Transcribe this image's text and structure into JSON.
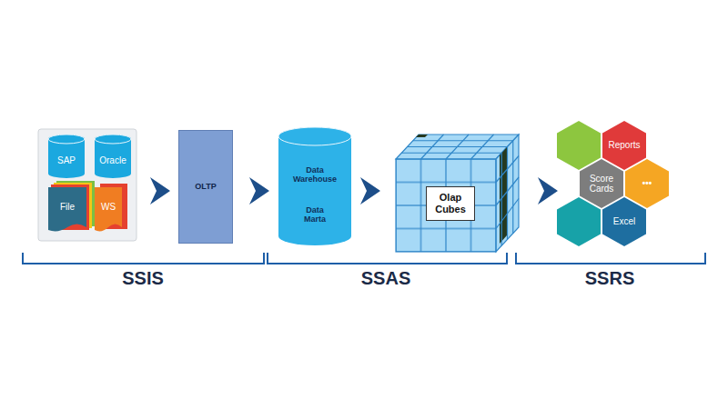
{
  "diagram": {
    "nodes": [
      {
        "text": [
          "SAP"
        ]
      },
      {
        "text": [
          "Oracle"
        ]
      },
      {
        "text": [
          "File"
        ]
      },
      {
        "text": [
          "WS"
        ]
      },
      {
        "text": [
          "OLTP"
        ]
      },
      {
        "text": [
          "Data Warehouse",
          "Data Marta"
        ]
      },
      {
        "text": [
          "Olap Cubes"
        ]
      },
      {
        "text": [
          "Reports"
        ]
      },
      {
        "text": [
          "Score Cards"
        ]
      },
      {
        "text": [
          "•••"
        ]
      },
      {
        "text": [
          "Excel"
        ]
      }
    ],
    "edges": [
      {
        "from": 4,
        "to": 5,
        "arrow": "to"
      },
      {
        "from": 5,
        "to": 6,
        "arrow": "to"
      },
      {
        "from": 6,
        "to": 8,
        "arrow": "to"
      }
    ],
    "labels": [
      "SSIS",
      "SSAS",
      "SSRS"
    ]
  }
}
